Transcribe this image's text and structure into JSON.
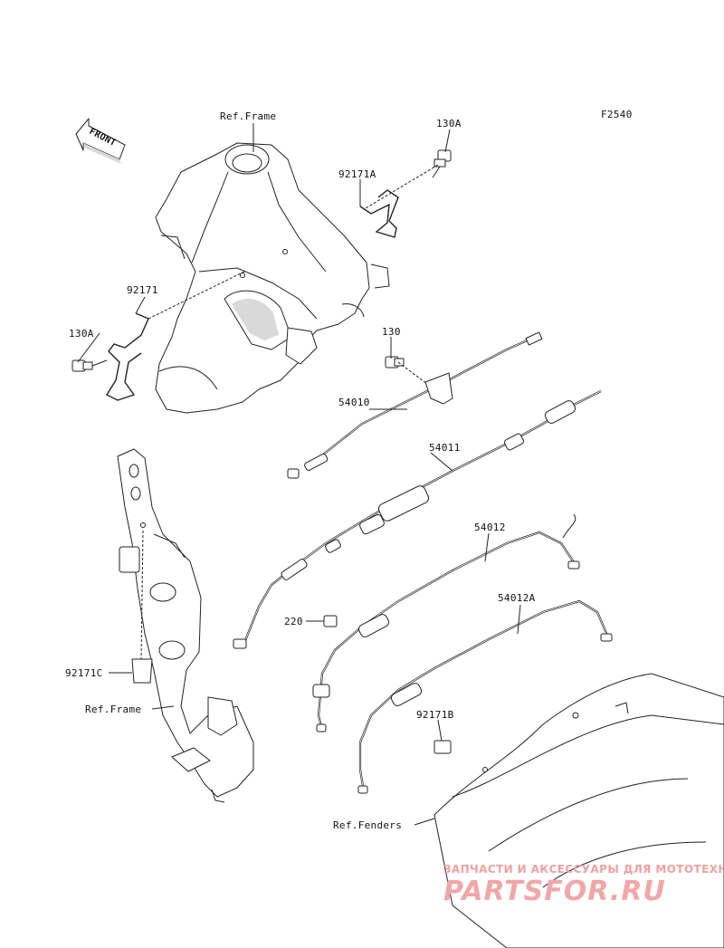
{
  "figure_code": "F2540",
  "direction_label": "FRONT",
  "callouts": {
    "ref_frame_top": "Ref.Frame",
    "ref_frame_bottom": "Ref.Frame",
    "ref_fenders": "Ref.Fenders",
    "part_130A_top": "130A",
    "part_130A_left": "130A",
    "part_92171A": "92171A",
    "part_92171": "92171",
    "part_130": "130",
    "part_54010": "54010",
    "part_54011": "54011",
    "part_54012": "54012",
    "part_54012A": "54012A",
    "part_220": "220",
    "part_92171C": "92171C",
    "part_92171B": "92171B"
  },
  "watermark": {
    "tagline": "ЗАПЧАСТИ И АКСЕССУАРЫ ДЛЯ МОТОТЕХНИКИ",
    "brand": "PARTSFOR.RU"
  },
  "colors": {
    "line": "#222222",
    "watermark": "#f0a0a0"
  }
}
